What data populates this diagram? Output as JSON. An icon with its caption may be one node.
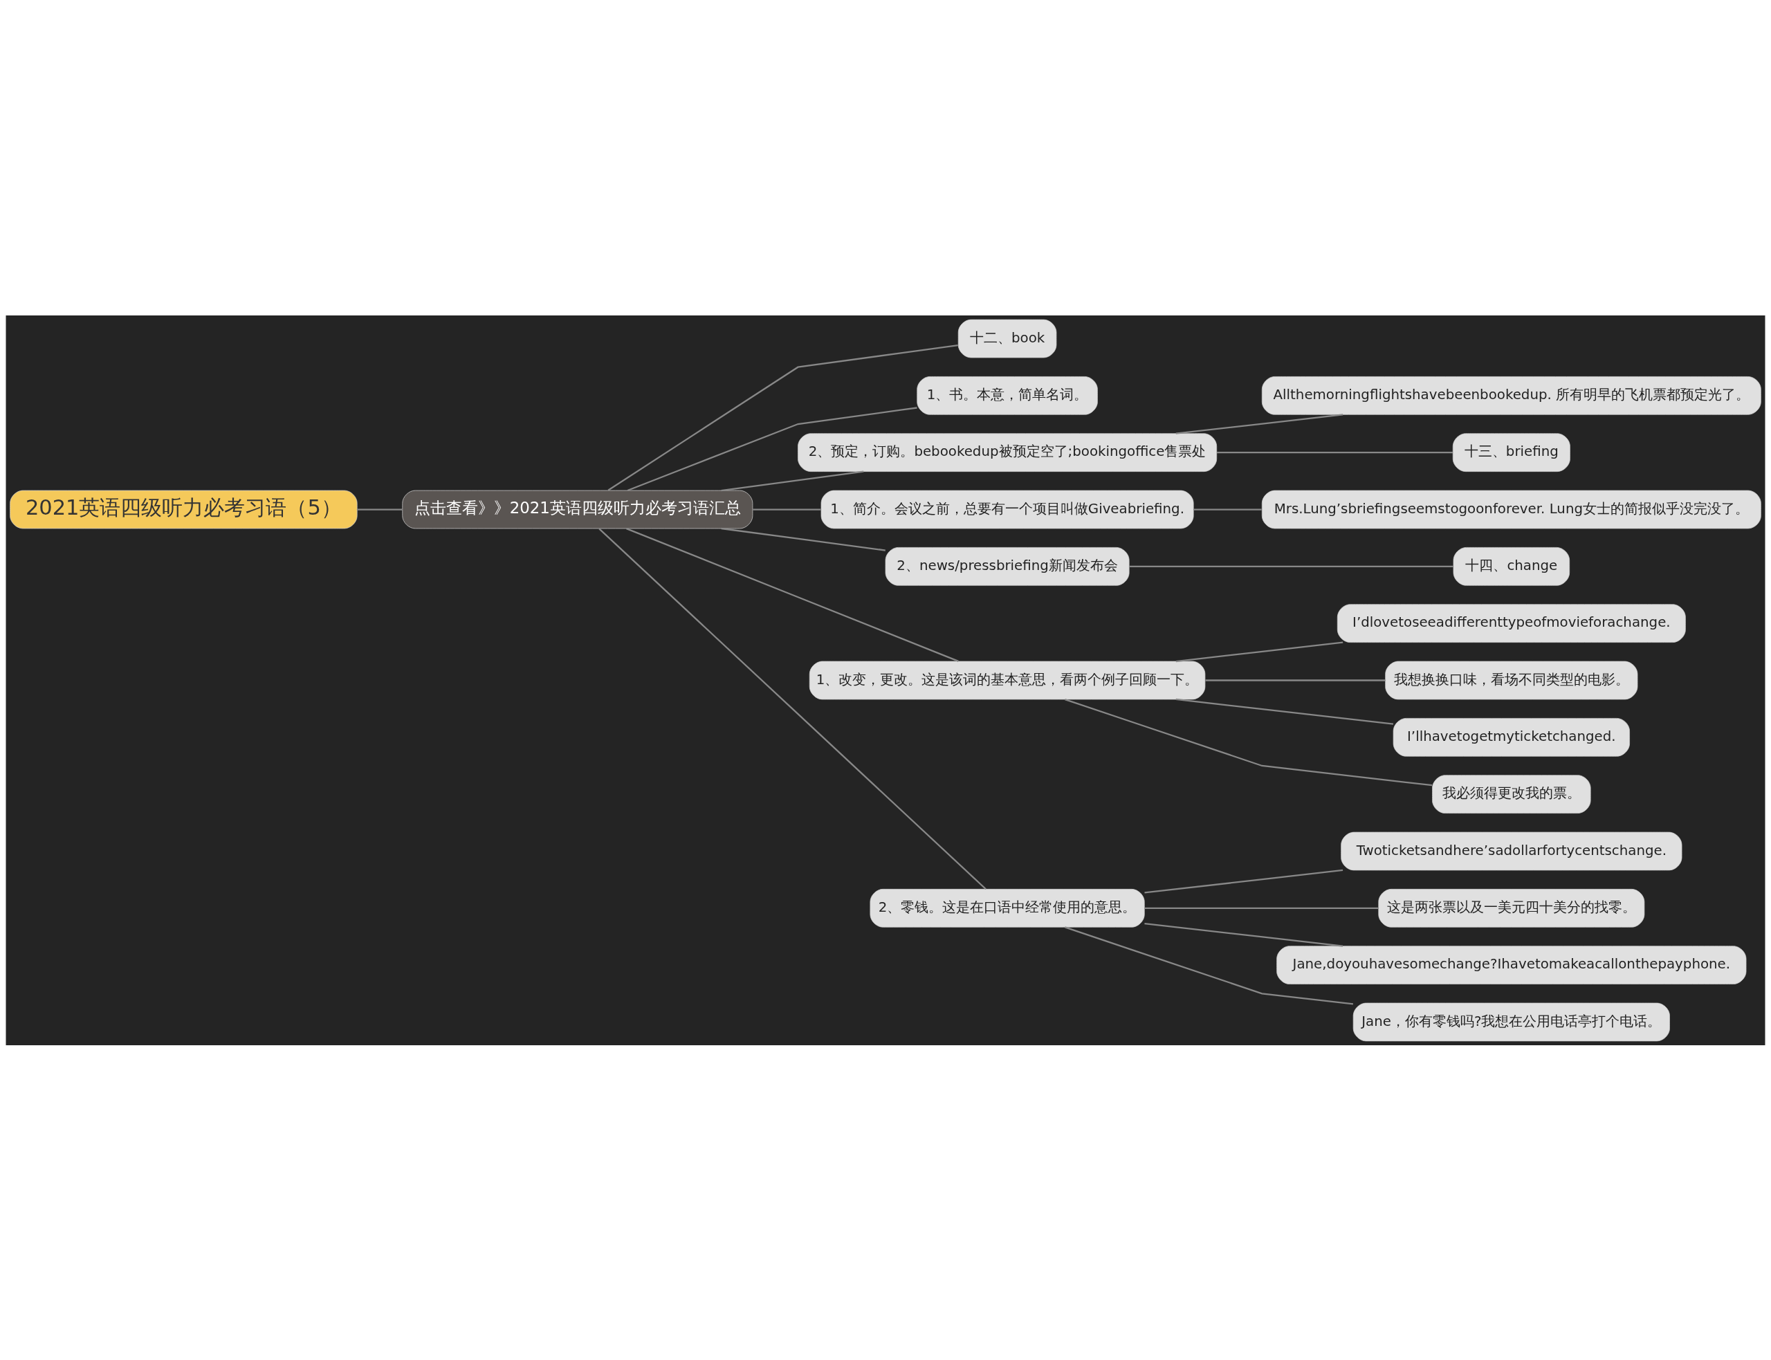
{
  "diagram": {
    "nodes": [
      {
        "text": [
          "2021英语四级听力必考习语（5）"
        ]
      },
      {
        "text": [
          "点击查看》》2021英语四级听力必考习语汇总"
        ]
      },
      {
        "text": [
          "十二、book"
        ]
      },
      {
        "text": [
          "1、书。本意，简单名词。"
        ]
      },
      {
        "text": [
          "2、预定，订购。bebookedup被预定空了;bookingoffice售票处"
        ]
      },
      {
        "text": [
          "Allthemorningflightshavebeenbookedup. 所有明早的飞机票都预定光了。"
        ]
      },
      {
        "text": [
          "十三、briefing"
        ]
      },
      {
        "text": [
          "1、简介。会议之前，总要有一个项目叫做Giveabriefing."
        ]
      },
      {
        "text": [
          "Mrs.Lung’sbriefingseemstogoonforever. Lung女士的简报似乎没完没了。"
        ]
      },
      {
        "text": [
          "2、news/pressbriefing新闻发布会"
        ]
      },
      {
        "text": [
          "十四、change"
        ]
      },
      {
        "text": [
          "1、改变，更改。这是该词的基本意思，看两个例子回顾一下。"
        ]
      },
      {
        "text": [
          "I’dlovetoseeadifferenttypeofmovieforachange."
        ]
      },
      {
        "text": [
          "我想换换口味，看场不同类型的电影。"
        ]
      },
      {
        "text": [
          "I’llhavetogetmyticketchanged."
        ]
      },
      {
        "text": [
          "我必须得更改我的票。"
        ]
      },
      {
        "text": [
          "2、零钱。这是在口语中经常使用的意思。"
        ]
      },
      {
        "text": [
          "Twoticketsandhere’sadollarfortycentschange."
        ]
      },
      {
        "text": [
          "这是两张票以及一美元四十美分的找零。"
        ]
      },
      {
        "text": [
          "Jane,doyouhavesomechange?Ihavetomakeacallonthepayphone."
        ]
      },
      {
        "text": [
          "Jane，你有零钱吗?我想在公用电话亭打个电话。"
        ]
      }
    ],
    "edges": [
      {
        "from": 0,
        "to": 1,
        "arrow": "none"
      },
      {
        "from": 1,
        "to": 2,
        "arrow": "none"
      },
      {
        "from": 1,
        "to": 3,
        "arrow": "none"
      },
      {
        "from": 1,
        "to": 4,
        "arrow": "none"
      },
      {
        "from": 4,
        "to": 5,
        "arrow": "none"
      },
      {
        "from": 4,
        "to": 6,
        "arrow": "none"
      },
      {
        "from": 1,
        "to": 7,
        "arrow": "none"
      },
      {
        "from": 7,
        "to": 8,
        "arrow": "none"
      },
      {
        "from": 1,
        "to": 9,
        "arrow": "none"
      },
      {
        "from": 9,
        "to": 10,
        "arrow": "none"
      },
      {
        "from": 1,
        "to": 11,
        "arrow": "none"
      },
      {
        "from": 11,
        "to": 12,
        "arrow": "none"
      },
      {
        "from": 11,
        "to": 13,
        "arrow": "none"
      },
      {
        "from": 11,
        "to": 14,
        "arrow": "none"
      },
      {
        "from": 11,
        "to": 15,
        "arrow": "none"
      },
      {
        "from": 1,
        "to": 16,
        "arrow": "none"
      },
      {
        "from": 16,
        "to": 17,
        "arrow": "none"
      },
      {
        "from": 16,
        "to": 18,
        "arrow": "none"
      },
      {
        "from": 16,
        "to": 19,
        "arrow": "none"
      },
      {
        "from": 16,
        "to": 20,
        "arrow": "none"
      }
    ]
  }
}
